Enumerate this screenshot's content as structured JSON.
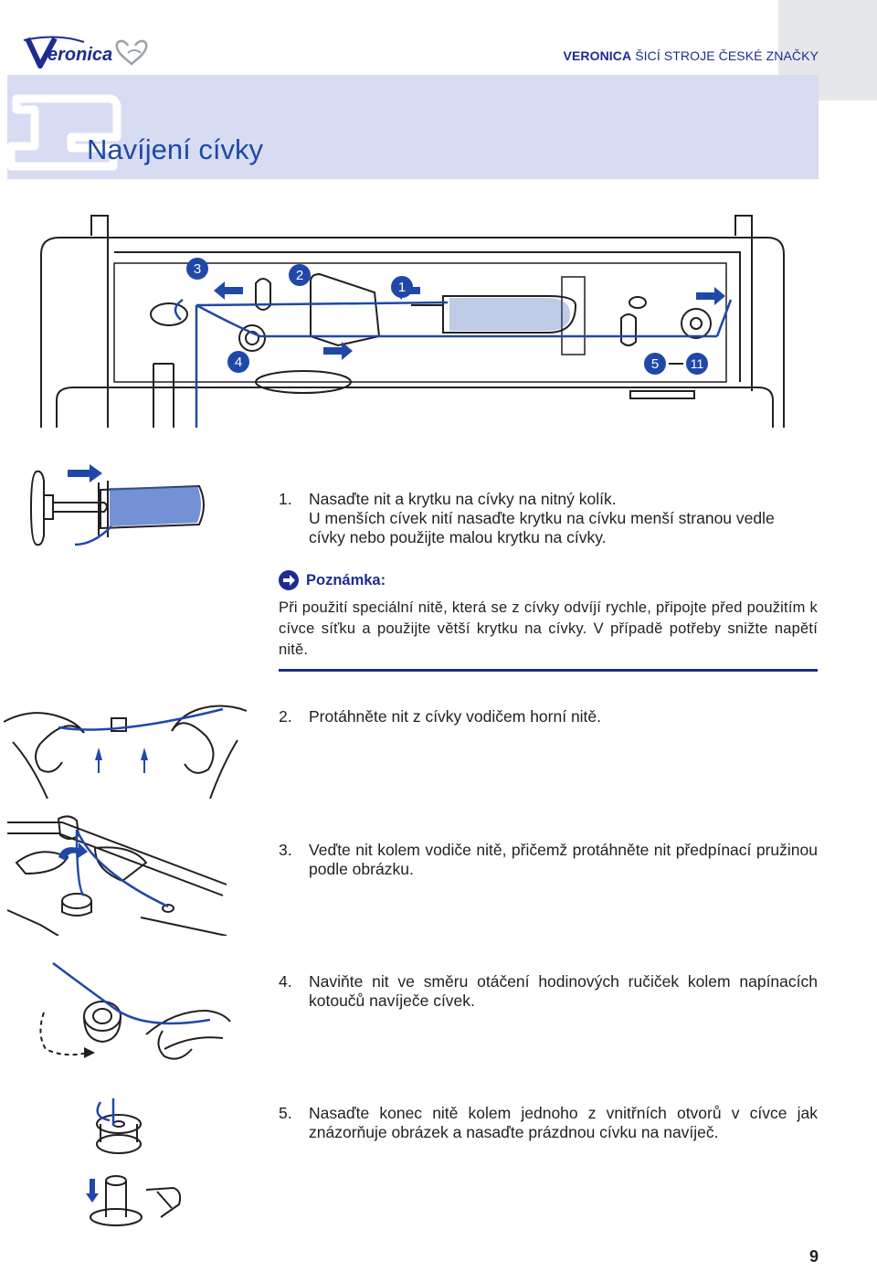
{
  "header": {
    "logo_text": "Veronica",
    "brand": "VERONICA",
    "tagline": "ŠICÍ STROJE ČESKÉ ZNAČKY"
  },
  "title": "Navíjení cívky",
  "diagram": {
    "labels": [
      "3",
      "2",
      "1",
      "4",
      "5",
      "11"
    ]
  },
  "steps": [
    {
      "number": "1.",
      "lines": [
        "Nasaďte nit a krytku na cívky na nitný kolík.",
        "U menších cívek nití nasaďte krytku na cívku menší stranou vedle",
        "cívky nebo použijte malou krytku na cívky."
      ]
    },
    {
      "number": "2.",
      "text": "Protáhněte nit z cívky vodičem horní nitě."
    },
    {
      "number": "3.",
      "text": "Veďte nit kolem vodiče nitě, přičemž protáhněte nit předpínací pružinou podle obrázku."
    },
    {
      "number": "4.",
      "text": "Naviňte nit ve směru otáčení hodinových ručiček kolem napínacích kotoučů navíječe cívek."
    },
    {
      "number": "5.",
      "text": "Nasaďte konec nitě kolem jednoho z vnitřních otvorů v cívce jak znázorňuje obrázek a nasaďte prázdnou cívku na navíječ."
    }
  ],
  "note": {
    "heading": "Poznámka:",
    "text": "Při použití speciální nitě, která se z cívky odvíjí rychle, připojte před použitím k cívce síťku a použijte větší krytku na cívky. V případě potřeby snižte napětí nitě."
  },
  "page_number": "9",
  "colors": {
    "accent_blue": "#1f48a9",
    "dark_blue": "#1d2c8f",
    "title_band": "#d7dcf2",
    "line_art": "#231f20"
  }
}
